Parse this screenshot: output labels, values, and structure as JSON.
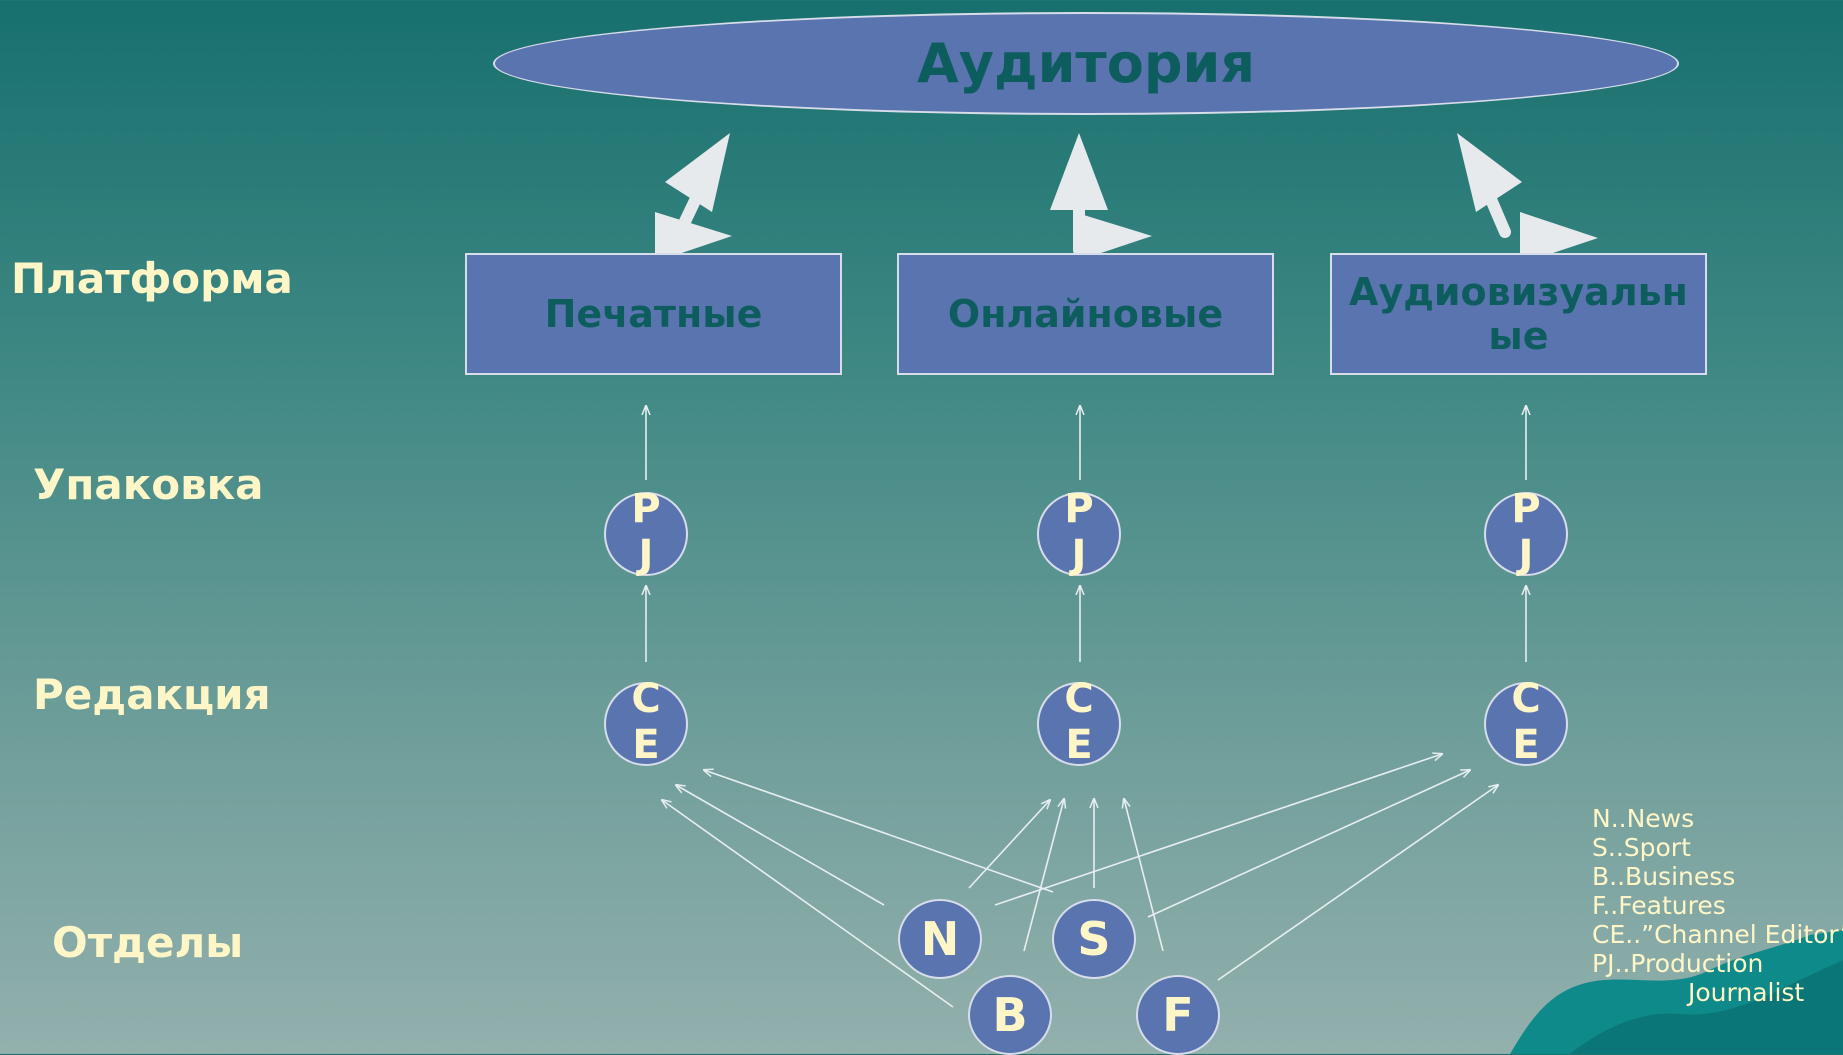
{
  "audience": "Аудитория",
  "rows": {
    "platform": "Платформа",
    "packaging": "Упаковка",
    "editorial": "Редакция",
    "departments": "Отделы"
  },
  "platforms": [
    {
      "label": "Печатные"
    },
    {
      "label": "Онлайновые"
    },
    {
      "label": "Аудиовизуальн ые"
    }
  ],
  "pj_nodes": [
    {
      "line1": "P",
      "line2": "J"
    },
    {
      "line1": "P",
      "line2": "J"
    },
    {
      "line1": "P",
      "line2": "J"
    }
  ],
  "ce_nodes": [
    {
      "line1": "C",
      "line2": "E"
    },
    {
      "line1": "C",
      "line2": "E"
    },
    {
      "line1": "C",
      "line2": "E"
    }
  ],
  "departments": [
    {
      "label": "N"
    },
    {
      "label": "S"
    },
    {
      "label": "B"
    },
    {
      "label": "F"
    }
  ],
  "legend": [
    "N..News",
    "S..Sport",
    "B..Business",
    "F..Features",
    "CE..”Channel Editor”",
    "PJ..Production",
    "Journalist"
  ],
  "colors": {
    "shape_fill": "#5a74b0",
    "shape_text": "#0e5d5e",
    "label_text": "#fff6c8",
    "background_top": "#17706e",
    "background_bottom": "#93b0ad"
  }
}
